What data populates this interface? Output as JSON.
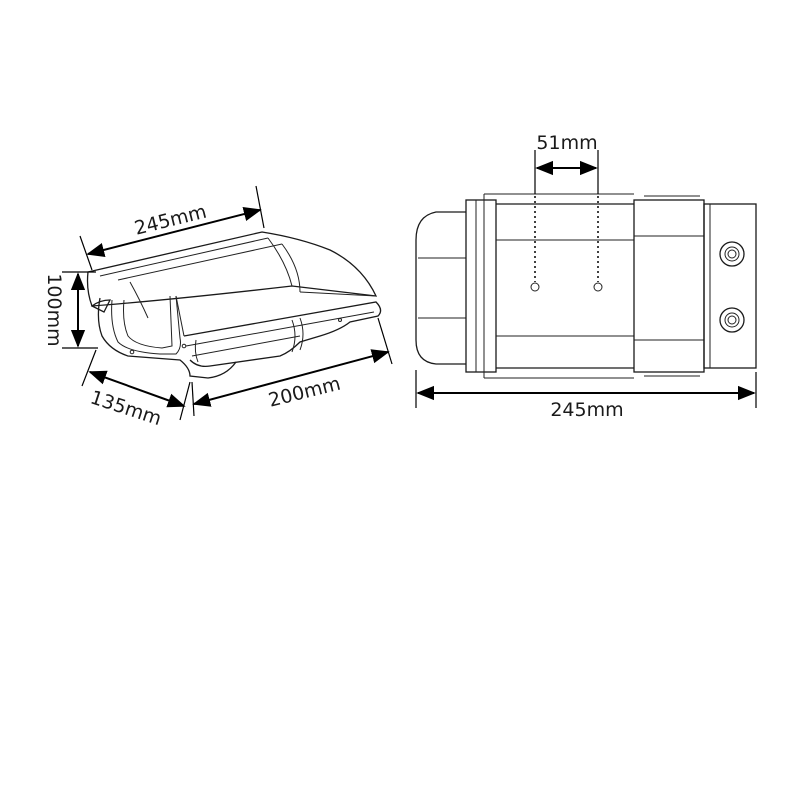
{
  "perspective_view": {
    "length_label": "245mm",
    "height_label": "100mm",
    "width_label": "135mm",
    "depth_label": "200mm"
  },
  "bottom_view": {
    "spacing_label": "51mm",
    "length_label": "245mm"
  }
}
